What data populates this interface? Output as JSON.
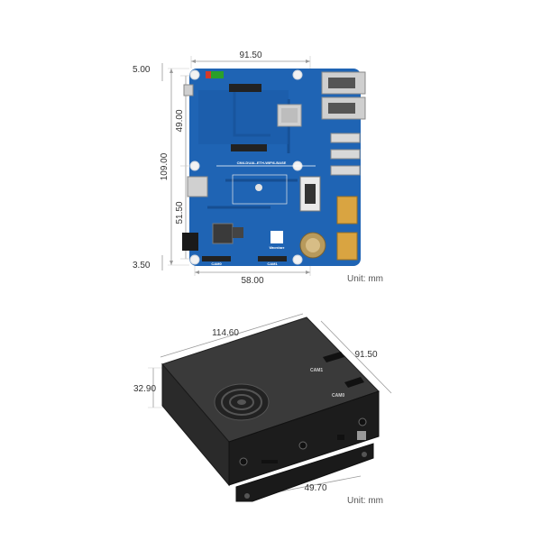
{
  "board_view": {
    "dimensions": {
      "width": "91.50",
      "height": "109.00",
      "top_margin": "5.00",
      "upper_section": "49.00",
      "lower_section": "51.50",
      "bottom_margin": "3.50",
      "hole_spacing": "58.00"
    },
    "board_silkscreen": {
      "name": "CM4-DUAL-ETH-WIFI6-BASE",
      "cam0": "CAM0",
      "cam1": "CAM1",
      "brand_logo_text": "Waveshare"
    },
    "unit_label": "Unit: mm"
  },
  "case_view": {
    "dimensions": {
      "length": "114.60",
      "depth": "91.50",
      "height": "32.90",
      "bracket_spacing": "49.70"
    },
    "case_labels": {
      "cam1": "CAM1",
      "cam0": "CAM0"
    },
    "unit_label": "Unit: mm"
  },
  "colors": {
    "pcb": "#1f64b4",
    "pcb_dark": "#164e92",
    "case": "#2a2a2a",
    "case_top": "#3a3a3a",
    "case_side": "#1c1c1c"
  }
}
